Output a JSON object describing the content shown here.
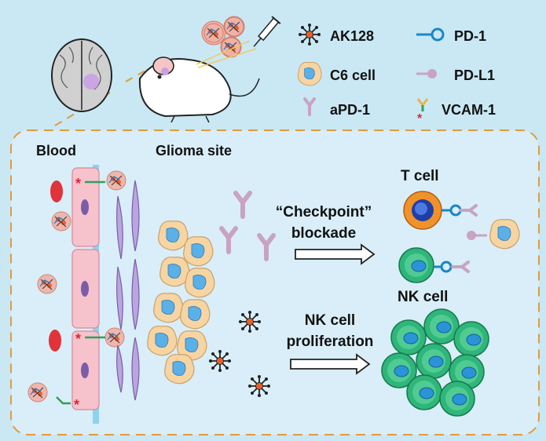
{
  "legend": {
    "items": [
      {
        "label": "AK128",
        "icon": "ak128-icon"
      },
      {
        "label": "C6 cell",
        "icon": "c6-cell-icon"
      },
      {
        "label": "aPD-1",
        "icon": "apd1-antibody-icon"
      },
      {
        "label": "PD-1",
        "icon": "pd1-receptor-icon"
      },
      {
        "label": "PD-L1",
        "icon": "pdl1-ligand-icon"
      },
      {
        "label": "VCAM-1",
        "icon": "vcam1-icon"
      }
    ]
  },
  "sections": {
    "blood": "Blood",
    "glioma_site": "Glioma site"
  },
  "pathway_checkpoint": {
    "line1": "“Checkpoint”",
    "line2": "blockade"
  },
  "pathway_nk": {
    "line1": "NK cell",
    "line2": "proliferation"
  },
  "cells": {
    "t_cell": "T cell",
    "nk_cell": "NK cell"
  },
  "colors": {
    "background": "#c9e8f4",
    "inner_panel": "#d9eef8",
    "dashed_border": "#e39a3a",
    "endothelial": "#f6c2cc",
    "tumor_cell": "#f6d5a3",
    "tumor_nucleus": "#5bb0e8",
    "nk_cell": "#2fb67a",
    "t_cell": "#f0922a",
    "antibody": "#c9a3c2",
    "pd1": "#1a86c7",
    "vcam": "#e0243a",
    "red_blood_cell": "#e0343a"
  }
}
